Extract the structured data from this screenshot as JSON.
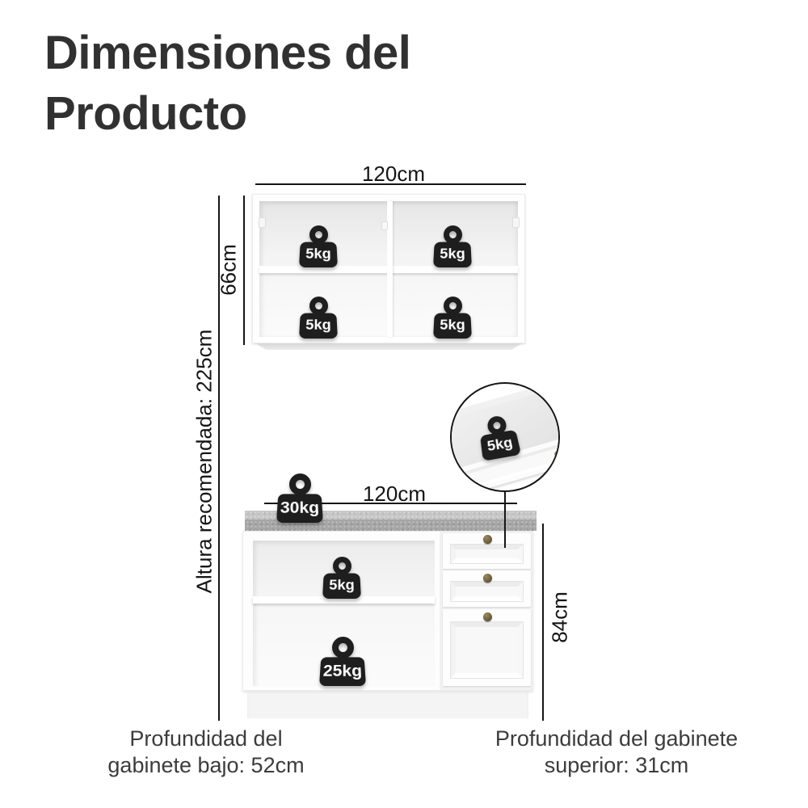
{
  "header": {
    "title": "Dimensiones del Producto"
  },
  "dimensions": {
    "upper_cabinet_width": "120cm",
    "upper_cabinet_height": "66cm",
    "recommended_height": "Altura recomendada: 225cm",
    "lower_cabinet_width": "120cm",
    "lower_cabinet_height": "84cm"
  },
  "load_capacities": {
    "upper_compartments": [
      "5kg",
      "5kg",
      "5kg",
      "5kg"
    ],
    "countertop": "30kg",
    "lower_shelf": "5kg",
    "lower_bottom": "25kg",
    "drawer_detail": "5kg"
  },
  "captions": {
    "lower_cabinet_depth": "Profundidad del gabinete bajo: 52cm",
    "upper_cabinet_depth": "Profundidad del gabinete superior: 31cm"
  },
  "colors": {
    "line": "#151515",
    "title_text": "#313131",
    "weight_fill": "#1e1e1e",
    "countertop_gray": "#a6a6a6",
    "knob_bronze": "#6f6240",
    "cabinet_white": "#fdfdfd"
  }
}
